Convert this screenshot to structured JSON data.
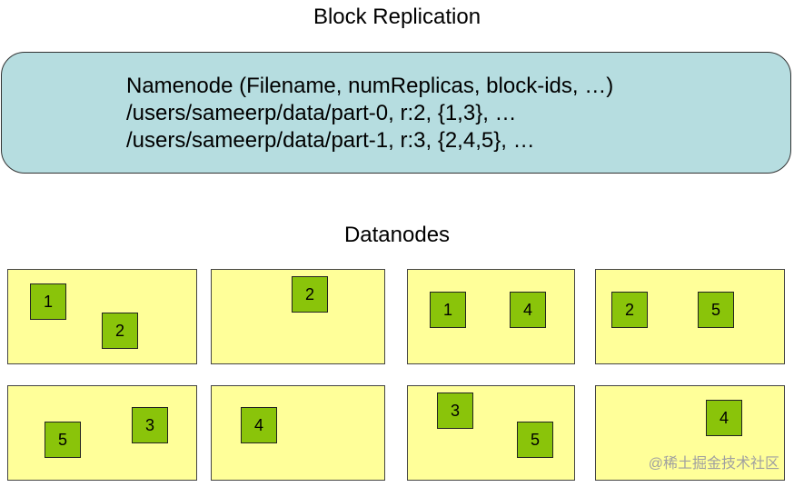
{
  "title": "Block Replication",
  "namenode": {
    "lines": [
      "Namenode (Filename, numReplicas, block-ids, …)",
      "/users/sameerp/data/part-0, r:2, {1,3}, …",
      "/users/sameerp/data/part-1, r:3, {2,4,5}, …"
    ]
  },
  "datanodes_label": "Datanodes",
  "datanodes": [
    {
      "blocks": [
        "1",
        "2"
      ]
    },
    {
      "blocks": [
        "2"
      ]
    },
    {
      "blocks": [
        "1",
        "4"
      ]
    },
    {
      "blocks": [
        "2",
        "5"
      ]
    },
    {
      "blocks": [
        "5",
        "3"
      ]
    },
    {
      "blocks": [
        "4"
      ]
    },
    {
      "blocks": [
        "3",
        "5"
      ]
    },
    {
      "blocks": [
        "4"
      ]
    }
  ],
  "watermark": "@稀土掘金技术社区",
  "colors": {
    "namenode_fill": "#b6dde0",
    "datanode_fill": "#ffff99",
    "block_fill": "#8ac40a"
  }
}
